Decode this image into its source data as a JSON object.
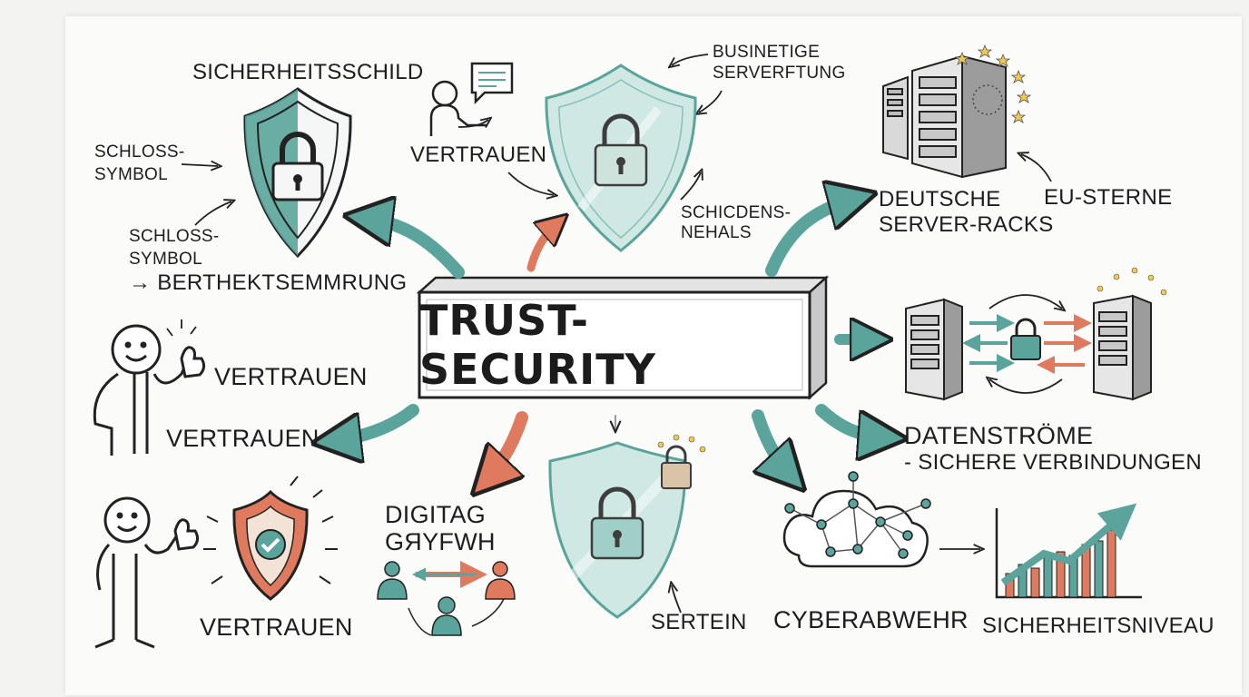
{
  "central": {
    "title": "TRUST-SECURITY"
  },
  "labels": {
    "sicherheitsschild": "SICHERHEITSSCHILD",
    "schloss_symbol_1a": "SCHLOSS-",
    "schloss_symbol_1b": "SYMBOL",
    "schloss_symbol_2a": "SCHLOSS-",
    "schloss_symbol_2b": "SYMBOL",
    "berthektsemmrung": "→ BERTHEKTSEMMRUNG",
    "vertrauen_top": "VERTRAUEN",
    "businetige_a": "BUSINETIGE",
    "businetige_b": "SERVERFTUNG",
    "schicdens_a": "SCHICDENS-",
    "schicdens_b": "NEHALS",
    "deutsche_a": "DEUTSCHE",
    "deutsche_b": "SERVER-RACKS",
    "eu_sterne": "EU-STERNE",
    "vertrauen_mid1": "VERTRAUEN",
    "vertrauen_mid2": "VERTRAUEN",
    "vertrauen_bottom": "VERTRAUEN",
    "digitag_a": "DIGITAG",
    "digitag_b": "GЯYFWH",
    "sertein": "SERTEIN",
    "cyberabwehr": "CYBERABWEHR",
    "datenstroeme": "DATENSTRÖME",
    "sichere_verbindungen": "- SICHERE VERBINDUNGEN",
    "sicherheitsniveau": "SICHERHEITSNIVEAU"
  },
  "icons": {
    "shield_1": "shield-lock-icon",
    "shield_2": "shield-lock-icon",
    "shield_3": "shield-lock-icon",
    "shield_check": "shield-check-icon",
    "server_rack": "server-rack-icon",
    "person": "person-icon",
    "speech": "speech-bubble-icon",
    "cloud_network": "cloud-network-icon",
    "bar_chart": "bar-chart-trend-icon",
    "eu_stars": "eu-stars-icon"
  },
  "colors": {
    "teal": "#5aa49b",
    "teal_light": "#cfe8e4",
    "orange": "#e07a5f",
    "ink": "#1d1d1d",
    "paper": "#fbfbfa"
  }
}
